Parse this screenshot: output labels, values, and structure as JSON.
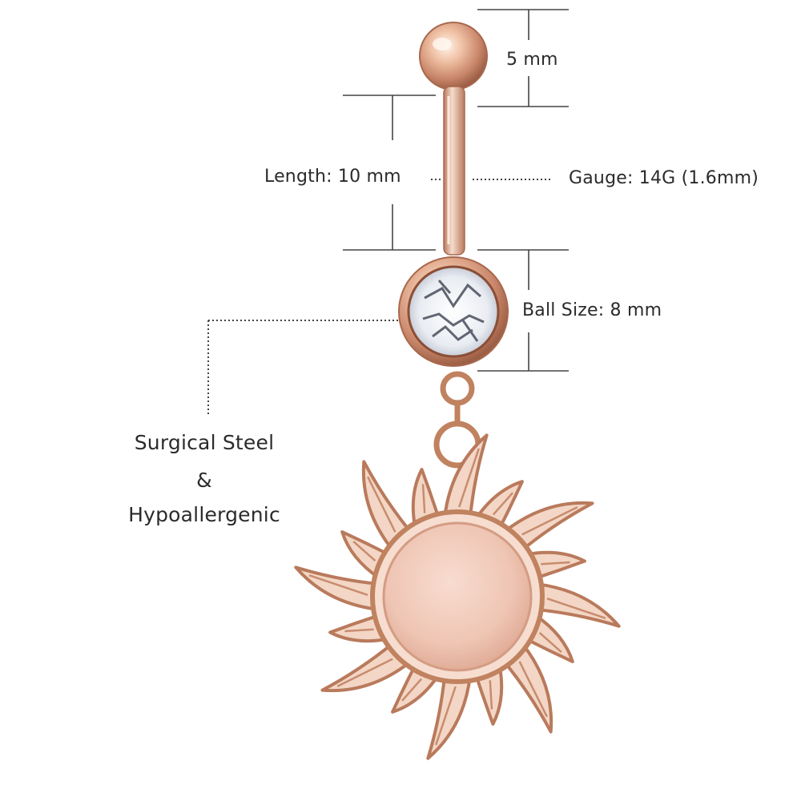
{
  "labels": {
    "top_ball": "5 mm",
    "length": "Length: 10 mm",
    "gauge": "Gauge: 14G (1.6mm)",
    "ball_size": "Ball Size: 8 mm",
    "material_line1": "Surgical Steel",
    "material_line2": "&",
    "material_line3": "Hypoallergenic"
  },
  "colors": {
    "rose_gold": "#d9a688",
    "rose_gold_dark": "#b97a5c",
    "rose_gold_light": "#f3d5c3",
    "disc": "#f0cbbd",
    "dimension_line": "#444444",
    "text": "#2b2b2b"
  }
}
